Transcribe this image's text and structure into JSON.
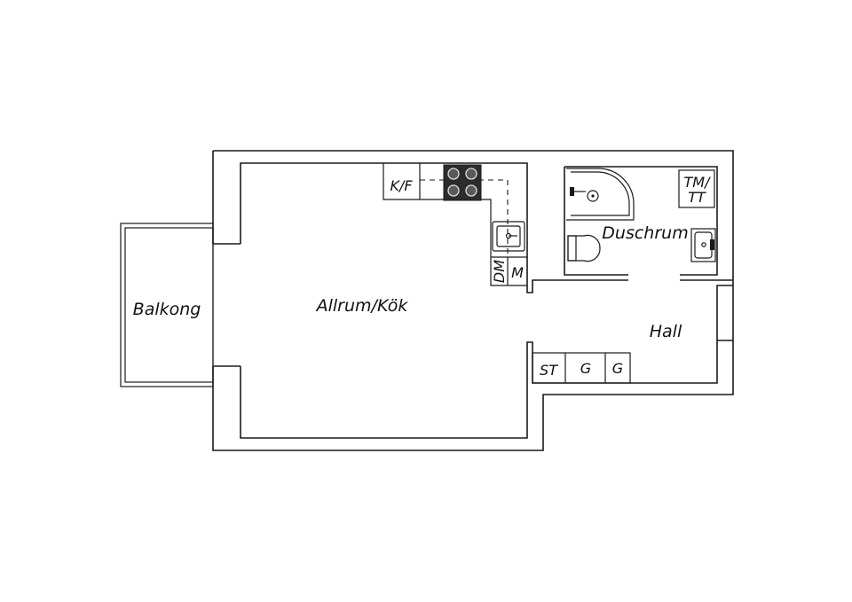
{
  "rooms": {
    "living_kitchen": "Allrum/Kök",
    "balcony": "Balkong",
    "shower_room": "Duschrum",
    "hall": "Hall"
  },
  "fixtures": {
    "fridge_freezer": "K/F",
    "dishwasher": "DM",
    "microwave": "M",
    "washer_dryer_line1": "TM/",
    "washer_dryer_line2": "TT",
    "storage": "ST",
    "wardrobe_1": "G",
    "wardrobe_2": "G"
  }
}
